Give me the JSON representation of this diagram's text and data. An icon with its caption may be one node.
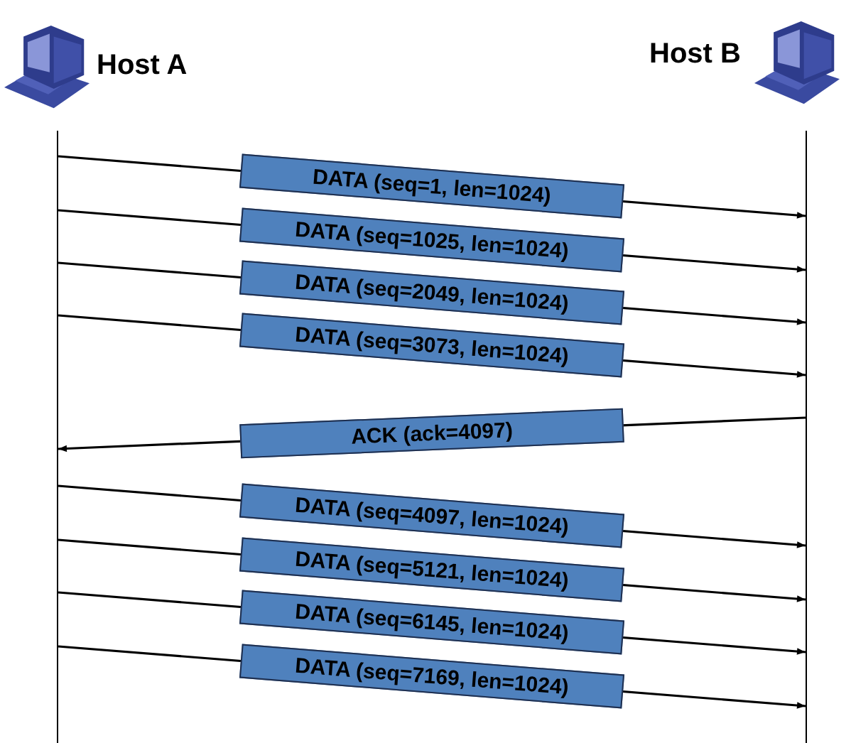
{
  "diagram": {
    "nodes": [
      {
        "text": [
          "Host A"
        ]
      },
      {
        "text": [
          "Host B"
        ]
      }
    ],
    "edges": [
      {
        "from": 0,
        "to": 1,
        "arrow": "to",
        "label": "DATA (seq=1, len=1024)"
      },
      {
        "from": 0,
        "to": 1,
        "arrow": "to",
        "label": "DATA (seq=1025, len=1024)"
      },
      {
        "from": 0,
        "to": 1,
        "arrow": "to",
        "label": "DATA (seq=2049, len=1024)"
      },
      {
        "from": 0,
        "to": 1,
        "arrow": "to",
        "label": "DATA (seq=3073, len=1024)"
      },
      {
        "from": 1,
        "to": 0,
        "arrow": "to",
        "label": "ACK (ack=4097)"
      },
      {
        "from": 0,
        "to": 1,
        "arrow": "to",
        "label": "DATA (seq=4097, len=1024)"
      },
      {
        "from": 0,
        "to": 1,
        "arrow": "to",
        "label": "DATA (seq=5121, len=1024)"
      },
      {
        "from": 0,
        "to": 1,
        "arrow": "to",
        "label": "DATA (seq=6145, len=1024)"
      },
      {
        "from": 0,
        "to": 1,
        "arrow": "to",
        "label": "DATA (seq=7169, len=1024)"
      }
    ]
  }
}
